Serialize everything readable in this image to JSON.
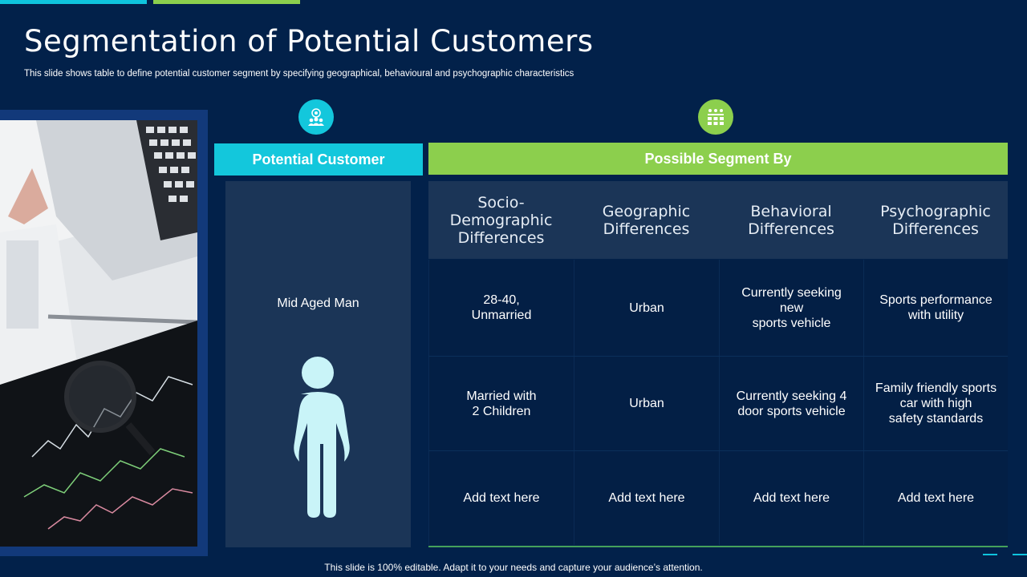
{
  "slide": {
    "title": "Segmentation of Potential Customers",
    "subtitle": "This slide shows table to define potential customer segment by specifying geographical, behavioural and psychographic characteristics",
    "footer": "This slide is 100% editable. Adapt it to your needs and capture your audience’s attention."
  },
  "colors": {
    "background": "#02214a",
    "cyan_accent": "#13c7dc",
    "green_accent": "#8ccf4d",
    "panel": "#1b3557",
    "figure": "#c9f4f8"
  },
  "icons": {
    "left": "target-people-icon",
    "right": "segmentation-icon",
    "customer": "person-icon"
  },
  "headers": {
    "customer": "Potential Customer",
    "segment": "Possible Segment By"
  },
  "customer": {
    "name": "Mid Aged Man"
  },
  "table": {
    "columns": [
      "Socio-\nDemographic\nDifferences",
      "Geographic\nDifferences",
      "Behavioral\nDifferences",
      "Psychographic\nDifferences"
    ],
    "rows": [
      [
        "28-40,\nUnmarried",
        "Urban",
        "Currently seeking\nnew\nsports vehicle",
        "Sports performance\nwith utility"
      ],
      [
        "Married with\n2 Children",
        "Urban",
        "Currently seeking 4\ndoor sports vehicle",
        "Family friendly sports\ncar with high\nsafety standards"
      ],
      [
        "Add text here",
        "Add text here",
        "Add text here",
        "Add text here"
      ]
    ]
  }
}
